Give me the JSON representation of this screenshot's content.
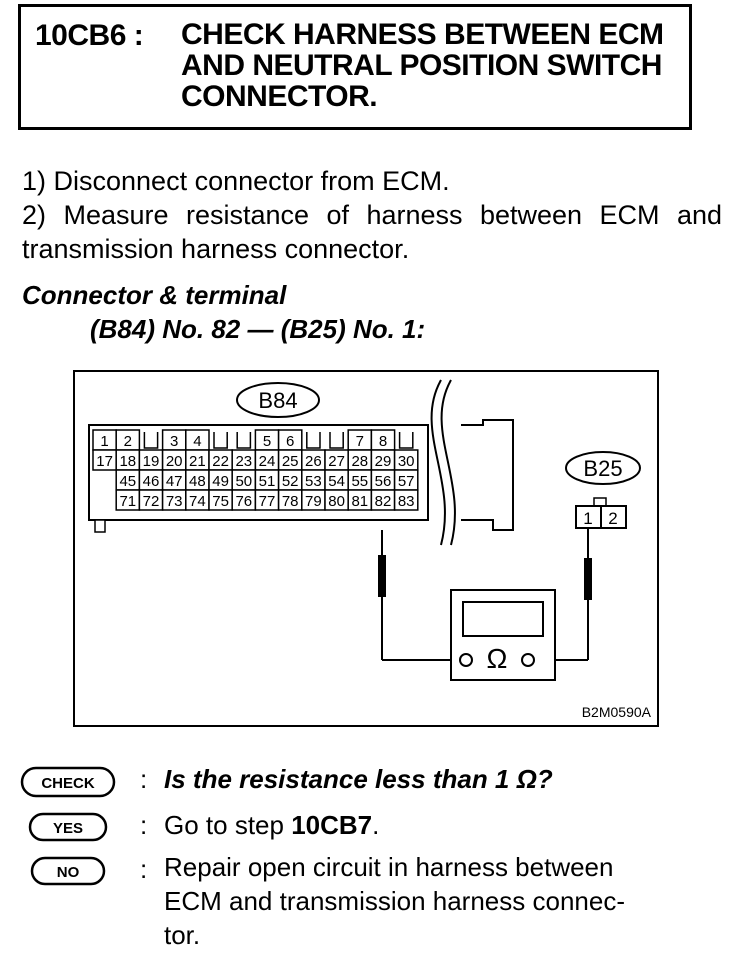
{
  "header": {
    "step_id": "10CB6 :",
    "title_lines": [
      "CHECK HARNESS BETWEEN ECM",
      "AND NEUTRAL POSITION SWITCH",
      "CONNECTOR."
    ]
  },
  "instructions": [
    "1)  Disconnect connector from ECM.",
    "2)  Measure resistance of harness between ECM and transmission harness connector."
  ],
  "connector": {
    "heading": "Connector & terminal",
    "spec": "(B84) No. 82 — (B25) No. 1:"
  },
  "figure": {
    "ecm_connector_label": "B84",
    "switch_connector_label": "B25",
    "ecm_row1_terminals": [
      "1",
      "2",
      "3",
      "4",
      "5",
      "6",
      "7",
      "8"
    ],
    "ecm_row2_terminals": [
      "17",
      "18",
      "19",
      "20",
      "21",
      "22",
      "23",
      "24",
      "25",
      "26",
      "27",
      "28",
      "29",
      "30"
    ],
    "ecm_row3_terminals": [
      "45",
      "46",
      "47",
      "48",
      "49",
      "50",
      "51",
      "52",
      "53",
      "54",
      "55",
      "56",
      "57"
    ],
    "ecm_row4_terminals": [
      "71",
      "72",
      "73",
      "74",
      "75",
      "76",
      "77",
      "78",
      "79",
      "80",
      "81",
      "82",
      "83"
    ],
    "switch_terminals": [
      "1",
      "2"
    ],
    "meter_symbol": "Ω",
    "figure_code": "B2M0590A"
  },
  "results": {
    "check": {
      "badge": "CHECK",
      "colon": ":",
      "text": "Is the resistance less than 1 Ω?"
    },
    "yes": {
      "badge": "YES",
      "colon": ":",
      "prefix": "Go to step ",
      "step": "10CB7",
      "suffix": "."
    },
    "no": {
      "badge": "NO",
      "colon": ":",
      "lines": [
        "Repair open circuit in harness between",
        "ECM and transmission harness connec-",
        "tor."
      ]
    }
  }
}
